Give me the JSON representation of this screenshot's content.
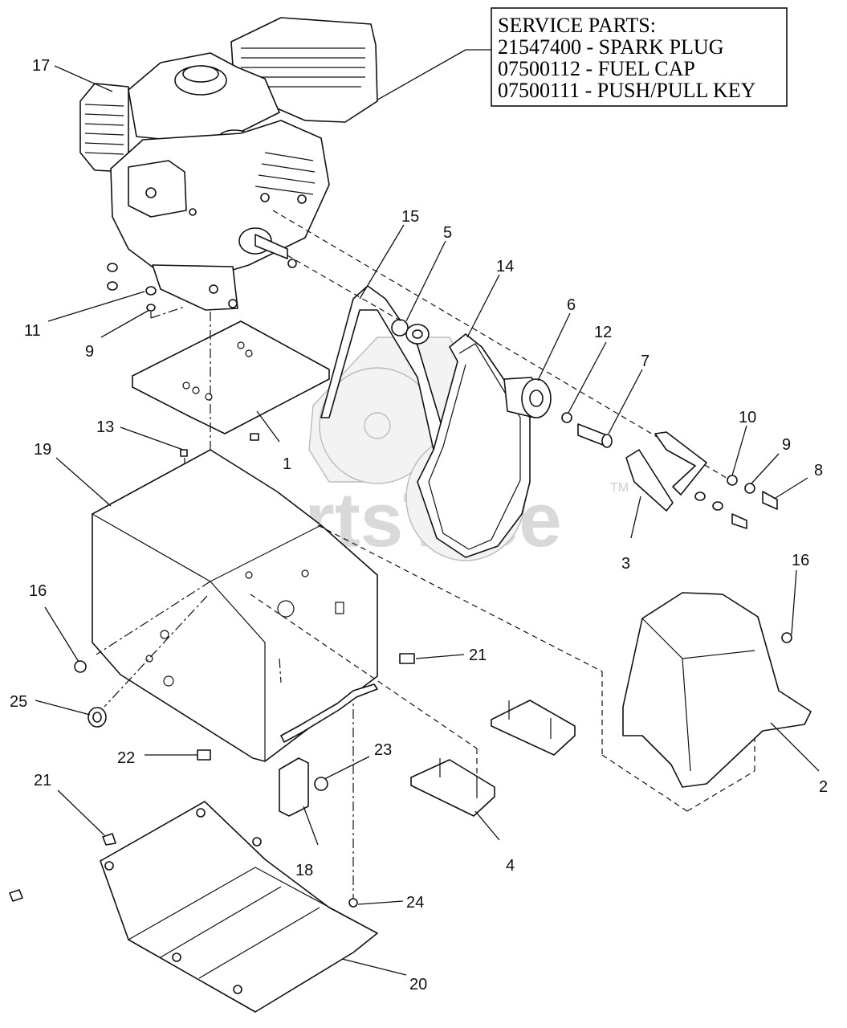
{
  "service_box": {
    "lines": [
      "SERVICE PARTS:",
      "21547400 - SPARK PLUG",
      "07500112 - FUEL CAP",
      "07500111 - PUSH/PULL KEY"
    ]
  },
  "watermark": {
    "text": "PartsTree",
    "tm": "TM"
  },
  "callouts": {
    "c17": "17",
    "c15": "15",
    "c5": "5",
    "c14": "14",
    "c6": "6",
    "c12": "12",
    "c7": "7",
    "c11": "11",
    "c9a": "9",
    "c1": "1",
    "c13": "13",
    "c19": "19",
    "c10": "10",
    "c9b": "9",
    "c8": "8",
    "c3": "3",
    "c16a": "16",
    "c16b": "16",
    "c21a": "21",
    "c25": "25",
    "c22": "22",
    "c23": "23",
    "c2": "2",
    "c21b": "21",
    "c18": "18",
    "c4": "4",
    "c24": "24",
    "c20": "20"
  }
}
